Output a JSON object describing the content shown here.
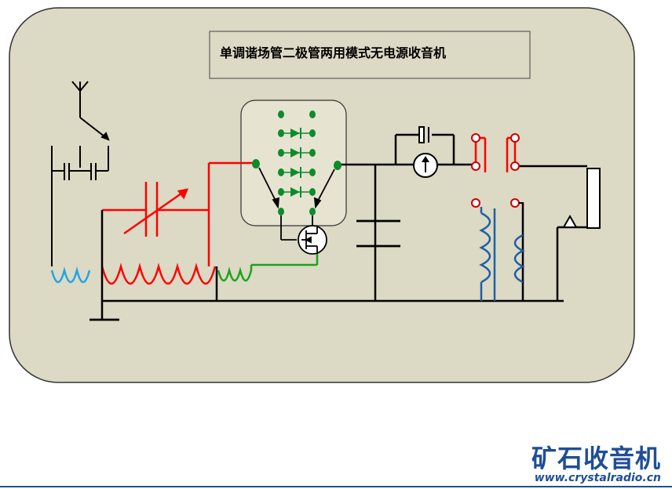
{
  "diagram": {
    "title": "单调谐场管二极管两用模式无电源收音机",
    "colors": {
      "panel_fill": "#dcd9c4",
      "panel_stroke": "#333333",
      "switch_box_fill": "#e6e3d1",
      "wire_black": "#000000",
      "wire_red": "#ff0000",
      "coil_blue": "#1fa5e6",
      "coil_green": "#1aa41a",
      "dark_blue": "#1f5fa5",
      "node_green": "#0c8c2a",
      "brand_blue": "#1f4e96"
    },
    "icons": [
      "antenna-icon",
      "capacitor-icon",
      "variable-capacitor-icon",
      "diode-icon",
      "jfet-icon",
      "meter-icon",
      "transformer-icon",
      "earphone-icon",
      "ground-icon"
    ]
  },
  "logo": {
    "name": "矿石收音机",
    "url": "www.crystalradio.cn"
  }
}
